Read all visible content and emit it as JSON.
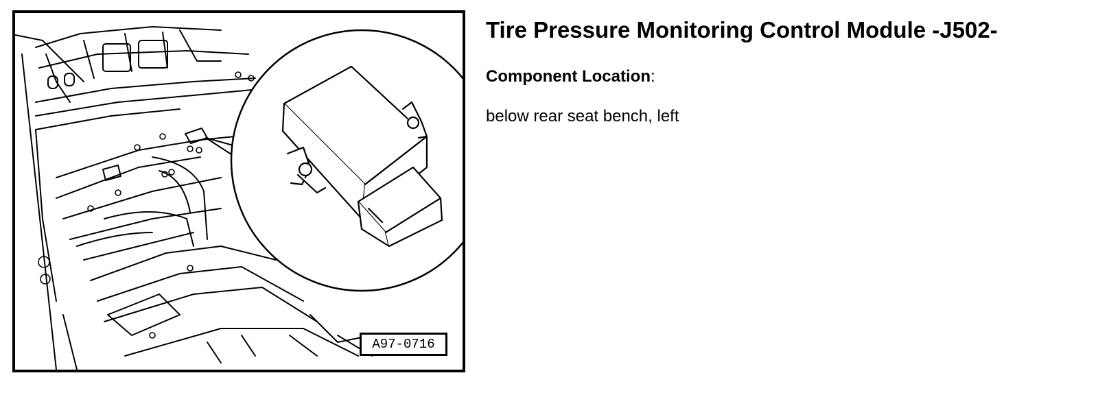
{
  "figure": {
    "code": "A97-0716"
  },
  "content": {
    "title": "Tire Pressure Monitoring Control Module -J502-",
    "location_label": "Component Location",
    "location_colon": ":",
    "location_value": "below rear seat bench, left"
  }
}
